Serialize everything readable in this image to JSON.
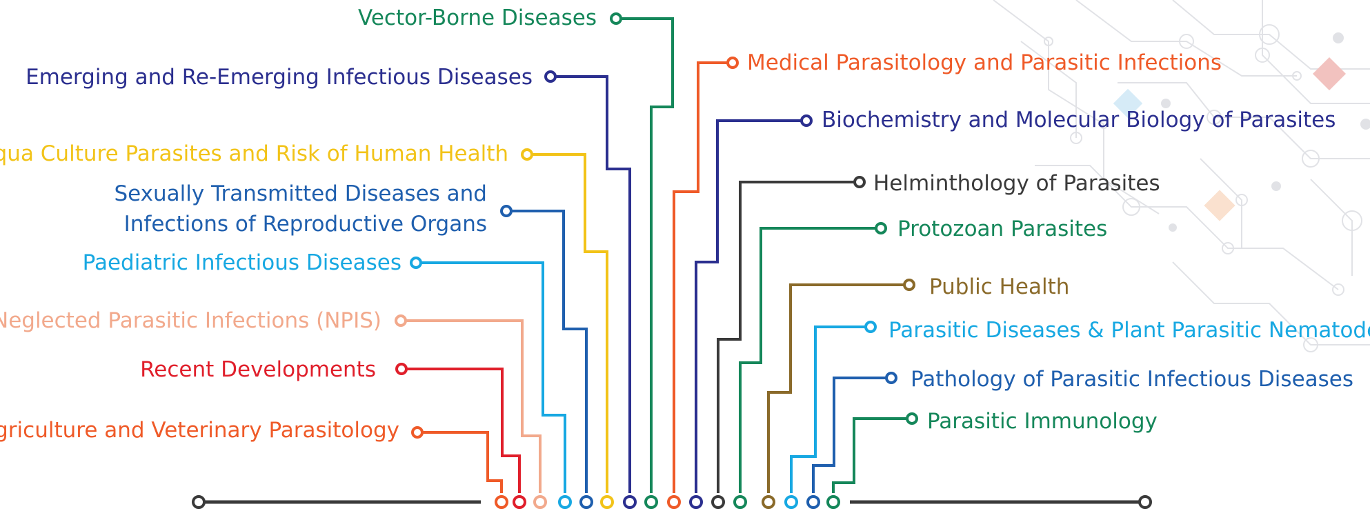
{
  "palette": {
    "vector_green": "#15875a",
    "navy": "#2b2f8f",
    "yellow": "#f2c318",
    "steel_blue": "#1f5fae",
    "sky_blue": "#17a8e2",
    "peach": "#f2a98c",
    "red": "#e01f2b",
    "orange": "#ef5a28",
    "dark_grey": "#3a3a3a",
    "brown": "#8a6a2a"
  },
  "topics_left": [
    {
      "label": "Vector-Borne Diseases",
      "color": "#15875a"
    },
    {
      "label": "Emerging and Re-Emerging Infectious Diseases",
      "color": "#2b2f8f"
    },
    {
      "label": "Aqua Culture Parasites and Risk of Human Health",
      "color": "#f2c318"
    },
    {
      "label": "Sexually Transmitted Diseases and",
      "label_line2": "Infections of Reproductive Organs",
      "color": "#1f5fae"
    },
    {
      "label": "Paediatric Infectious Diseases",
      "color": "#17a8e2"
    },
    {
      "label": "Neglected Parasitic Infections (NPIS)",
      "color": "#f2a98c"
    },
    {
      "label": "Recent Developments",
      "color": "#e01f2b"
    },
    {
      "label": "Agriculture and Veterinary Parasitology",
      "color": "#ef5a28"
    }
  ],
  "topics_right": [
    {
      "label": "Medical Parasitology and Parasitic Infections",
      "color": "#ef5a28"
    },
    {
      "label": "Biochemistry and Molecular Biology of Parasites",
      "color": "#2b2f8f"
    },
    {
      "label": "Helminthology of Parasites",
      "color": "#3a3a3a"
    },
    {
      "label": "Protozoan Parasites",
      "color": "#15875a"
    },
    {
      "label": "Public Health",
      "color": "#8a6a2a"
    },
    {
      "label": "Parasitic Diseases & Plant Parasitic Nematodes",
      "color": "#17a8e2"
    },
    {
      "label": "Pathology of Parasitic Infectious Diseases",
      "color": "#1f5fae"
    },
    {
      "label": "Parasitic Immunology",
      "color": "#15875a"
    }
  ],
  "baseline_color": "#3a3a3a",
  "background_motif": "circuit-pattern"
}
